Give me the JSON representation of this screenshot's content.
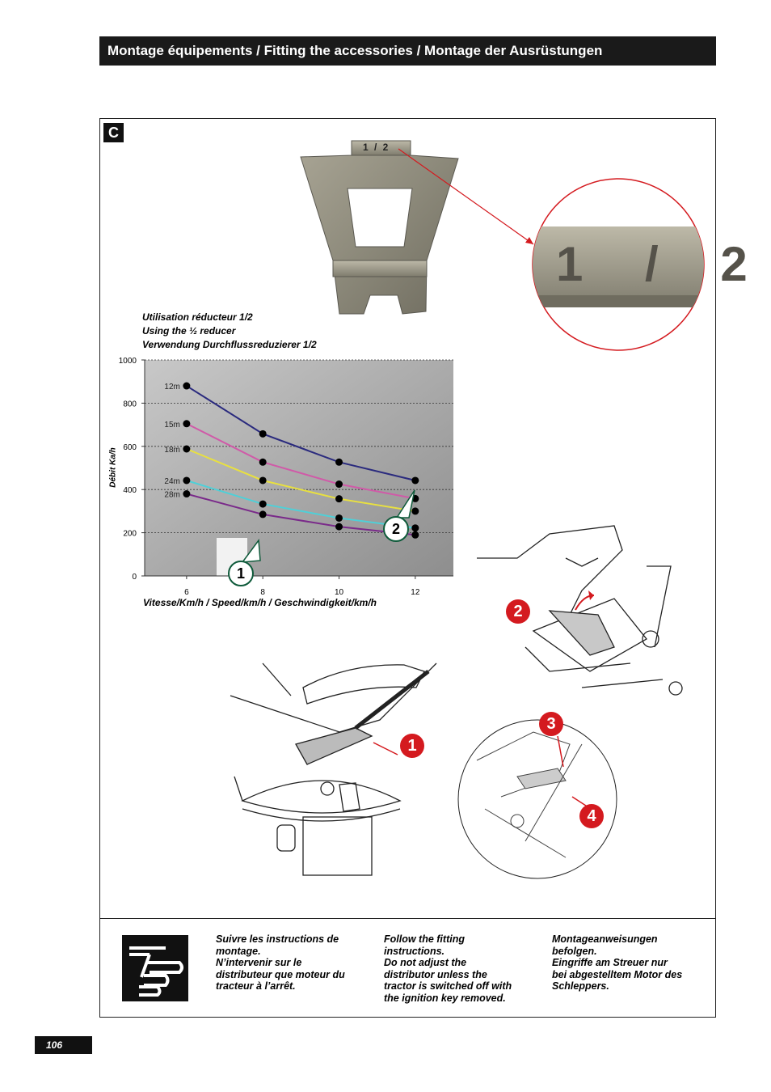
{
  "header": {
    "title": "Montage équipements / Fitting the accessories / Montage der Ausrüstungen"
  },
  "section": {
    "label": "C"
  },
  "plate": {
    "marking": "1 / 2"
  },
  "chart_caption": {
    "line1": "Utilisation réducteur 1/2",
    "line2": "Using the ½ reducer",
    "line3": "Verwendung Durchflussreduzierer 1/2"
  },
  "chart_data": {
    "type": "line",
    "x": [
      6,
      8,
      10,
      12
    ],
    "xticks": [
      "6",
      "8",
      "10",
      "12"
    ],
    "yticks": [
      "0",
      "200",
      "400",
      "600",
      "800",
      "1000"
    ],
    "ylim": [
      0,
      1000
    ],
    "xlim": [
      4.9,
      13
    ],
    "xlabel": "Vitesse/Km/h / Speed/km/h / Geschwindigkeit/km/h",
    "ylabel": "Débit Ka/h",
    "grid": "dotted horizontal",
    "series": [
      {
        "name": "12m",
        "values": [
          880,
          658,
          527,
          442
        ],
        "color": "#2a2a7e"
      },
      {
        "name": "15m",
        "values": [
          705,
          527,
          425,
          358
        ],
        "color": "#d05aa8"
      },
      {
        "name": "18m",
        "values": [
          588,
          442,
          357,
          300
        ],
        "color": "#e8e040"
      },
      {
        "name": "24m",
        "values": [
          442,
          333,
          268,
          222
        ],
        "color": "#4ed0d8"
      },
      {
        "name": "28m",
        "values": [
          380,
          285,
          228,
          190
        ],
        "color": "#7a2a8a"
      }
    ]
  },
  "callouts": {
    "chart_1": "1",
    "chart_2": "2",
    "step_1": "1",
    "step_2": "2",
    "step_3": "3",
    "step_4": "4"
  },
  "notes": {
    "fr": [
      "Suivre les instructions de",
      "montage.",
      "N’intervenir sur le",
      "distributeur que moteur du",
      "tracteur à l’arrêt."
    ],
    "en": [
      "Follow the fitting",
      "instructions.",
      "Do not adjust the",
      "distributor unless the",
      "tractor is switched off with",
      "the ignition key removed."
    ],
    "de": [
      "Montageanweisungen",
      "befolgen.",
      "Eingriffe am Streuer nur",
      "bei abgestelltem Motor des",
      "Schleppers."
    ]
  },
  "footer": {
    "page_number": "106"
  }
}
